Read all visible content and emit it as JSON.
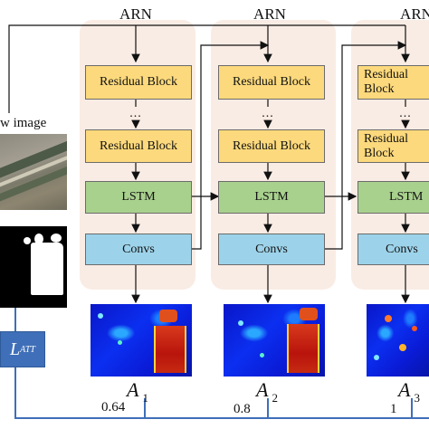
{
  "arn_label": "ARN",
  "blocks": {
    "residual": "Residual Block",
    "lstm": "LSTM",
    "convs": "Convs",
    "dots": "..."
  },
  "raw_image_label": "w image",
  "loss_label": {
    "main": "L",
    "sub": "ATT"
  },
  "attention_maps": [
    {
      "symbol": "A",
      "index": "1",
      "weight": "0.64"
    },
    {
      "symbol": "A",
      "index": "2",
      "weight": "0.8"
    },
    {
      "symbol": "A",
      "index": "3",
      "weight": "1"
    }
  ],
  "colors": {
    "panel": "#f9ece4",
    "residual": "#fcd97c",
    "lstm": "#a9d18e",
    "convs": "#9dd3ea",
    "loss_box": "#3f6fb8",
    "wire_blue": "#3f6fb8"
  }
}
